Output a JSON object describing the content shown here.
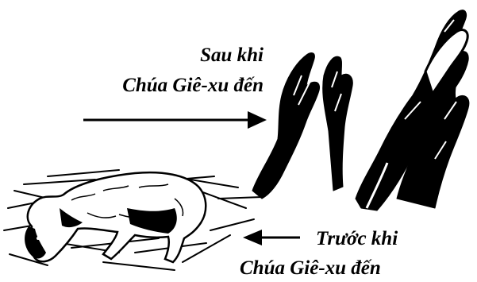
{
  "captions": {
    "after": {
      "line1": "Sau khi",
      "line2": "Chúa Giê-xu đến"
    },
    "before": {
      "line1": "Trước khi",
      "line2": "Chúa Giê-xu đến"
    }
  },
  "illustrations": {
    "hands": "raised-praising-hands",
    "lamb": "dead-lamb-on-sticks"
  },
  "colors": {
    "ink": "#000000",
    "paper": "#ffffff"
  }
}
